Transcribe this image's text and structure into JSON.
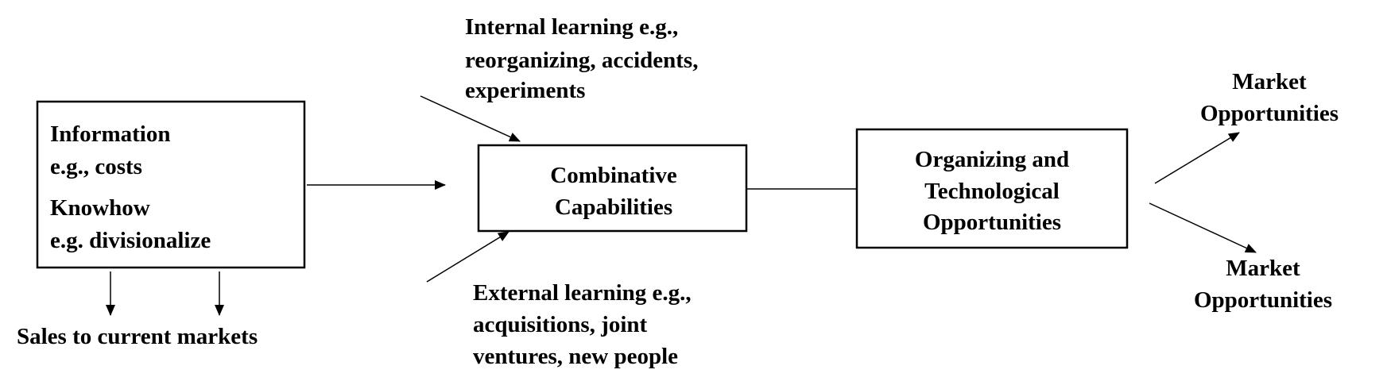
{
  "nodes": {
    "information_box": {
      "lines": [
        "Information",
        "e.g., costs",
        "Knowhow",
        "e.g. divisionalize"
      ]
    },
    "sales": {
      "label": "Sales to current markets"
    },
    "internal_learning": {
      "lines": [
        "Internal learning e.g.,",
        "reorganizing, accidents,",
        "experiments"
      ]
    },
    "combinative_box": {
      "lines": [
        "Combinative",
        "Capabilities"
      ]
    },
    "external_learning": {
      "lines": [
        "External learning e.g.,",
        "acquisitions, joint",
        "ventures, new people"
      ]
    },
    "organizing_box": {
      "lines": [
        "Organizing and",
        "Technological",
        "Opportunities"
      ]
    },
    "market_top": {
      "lines": [
        "Market",
        "Opportunities"
      ]
    },
    "market_bottom": {
      "lines": [
        "Market",
        "Opportunities"
      ]
    }
  },
  "colors": {
    "stroke": "#000000",
    "background": "#ffffff"
  }
}
